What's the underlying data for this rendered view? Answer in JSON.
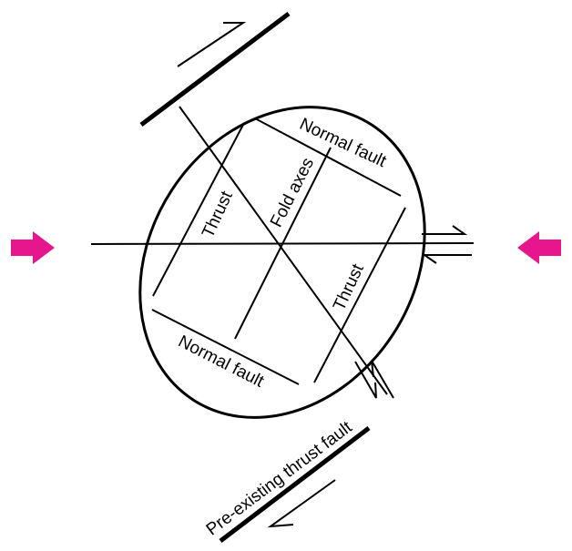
{
  "labels": {
    "normal_fault_upper": "Normal fault",
    "normal_fault_lower": "Normal fault",
    "thrust_left": "Thrust",
    "thrust_right": "Thrust",
    "fold_axes": "Fold axes",
    "preexisting_thrust": "Pre-existing thrust fault"
  },
  "colors": {
    "compression_arrow": "#e6168c",
    "line": "#000000"
  },
  "icons": {
    "left_arrow": "compression-arrow-right-icon",
    "right_arrow": "compression-arrow-left-icon"
  }
}
